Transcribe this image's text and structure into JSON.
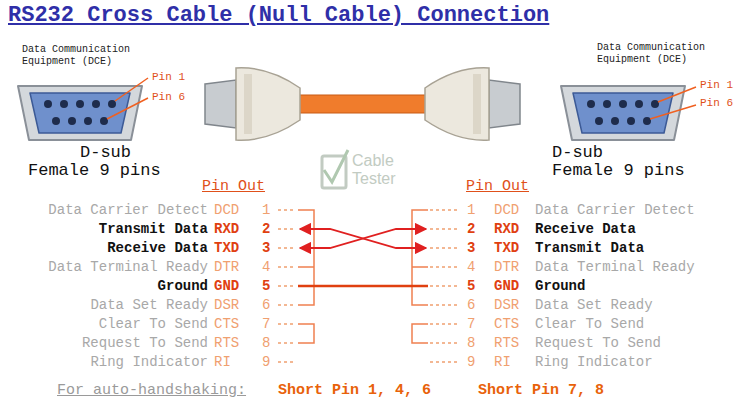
{
  "diagram": {
    "title": "RS232 Cross Cable (Null Cable) Connection",
    "labels": [
      "Data Communication Equipment (DCE)",
      "Pin 1",
      "Pin 6",
      "D-sub",
      "Female 9 pins",
      "Data Communication Equipment (DCE)",
      "Pin 1",
      "Pin 6",
      "D-sub",
      "Female 9 pins",
      "Cable",
      "Tester",
      "Pin Out",
      "Pin Out",
      "Data Carrier Detect",
      "DCD",
      "1",
      "Transmit Data",
      "RXD",
      "2",
      "Receive Data",
      "TXD",
      "3",
      "Data Terminal Ready",
      "DTR",
      "4",
      "Ground",
      "GND",
      "5",
      "Data Set Ready",
      "DSR",
      "6",
      "Clear To Send",
      "CTS",
      "7",
      "Request To Send",
      "RTS",
      "8",
      "Ring Indicator",
      "RI",
      "9",
      "1",
      "DCD",
      "Data Carrier Detect",
      "2",
      "RXD",
      "Receive Data",
      "3",
      "TXD",
      "Transmit Data",
      "4",
      "DTR",
      "Data Terminal Ready",
      "5",
      "GND",
      "Ground",
      "6",
      "DSR",
      "Data Set Ready",
      "7",
      "CTS",
      "Clear To Send",
      "8",
      "RTS",
      "Request To Send",
      "9",
      "RI",
      "Ring Indicator",
      "For auto-handshaking:",
      "Short Pin 1, 4, 6",
      "Short Pin 7, 8"
    ]
  }
}
